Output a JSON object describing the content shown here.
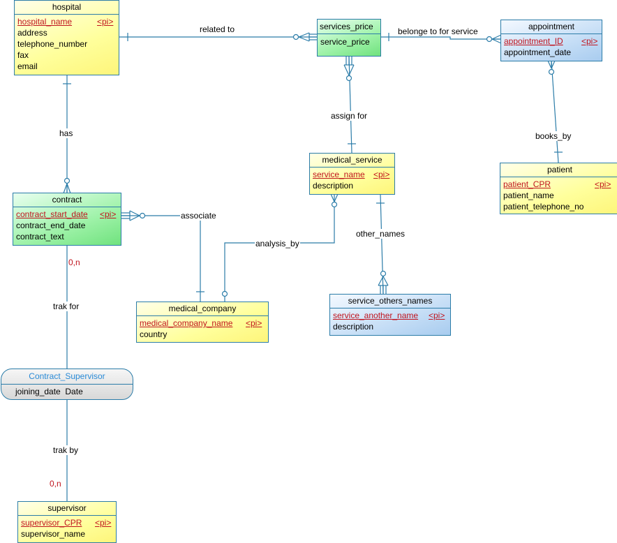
{
  "entities": {
    "hospital": {
      "title": "hospital",
      "pk": "hospital_name",
      "pk_tag": "<pi>",
      "attrs": [
        "address",
        "telephone_number",
        "fax",
        "email"
      ]
    },
    "services_price": {
      "title": "services_price",
      "attrs": [
        "service_price"
      ]
    },
    "appointment": {
      "title": "appointment",
      "pk": "appointment_ID",
      "pk_tag": "<pi>",
      "attrs": [
        "appointment_date"
      ]
    },
    "patient": {
      "title": "patient",
      "pk": "patient_CPR",
      "pk_tag": "<pi>",
      "attrs": [
        "patient_name",
        "patient_telephone_no"
      ]
    },
    "medical_service": {
      "title": "medical_service",
      "pk": "service_name",
      "pk_tag": "<pi>",
      "attrs": [
        "description"
      ]
    },
    "contract": {
      "title": "contract",
      "pk": "contract_start_date",
      "pk_tag": "<pi>",
      "attrs": [
        "contract_end_date",
        "contract_text"
      ]
    },
    "medical_company": {
      "title": "medical_company",
      "pk": "medical_company_name",
      "pk_tag": "<pi>",
      "attrs": [
        "country"
      ]
    },
    "service_others_names": {
      "title": "service_others_names",
      "pk": "service_another_name",
      "pk_tag": "<pi>",
      "attrs": [
        "description"
      ]
    },
    "supervisor": {
      "title": "supervisor",
      "pk": "supervisor_CPR",
      "pk_tag": "<pi>",
      "attrs": [
        "supervisor_name"
      ]
    }
  },
  "association": {
    "title": "Contract_Supervisor",
    "attr": "joining_date  Date"
  },
  "relationships": {
    "related_to": "related to",
    "belonge_to": "belonge to for service",
    "books_by": "books_by",
    "assign_for": "assign for",
    "has": "has",
    "associate": "associate",
    "analysis_by": "analysis_by",
    "other_names": "other_names",
    "trak_for": "trak for",
    "trak_by": "trak by"
  },
  "cardinalities": {
    "contract_trak": "0,n",
    "supervisor_trak": "0,n"
  },
  "colors": {
    "line": "#2b7ca8",
    "pk": "#c0141e",
    "assoc_title": "#2a8ad6"
  }
}
